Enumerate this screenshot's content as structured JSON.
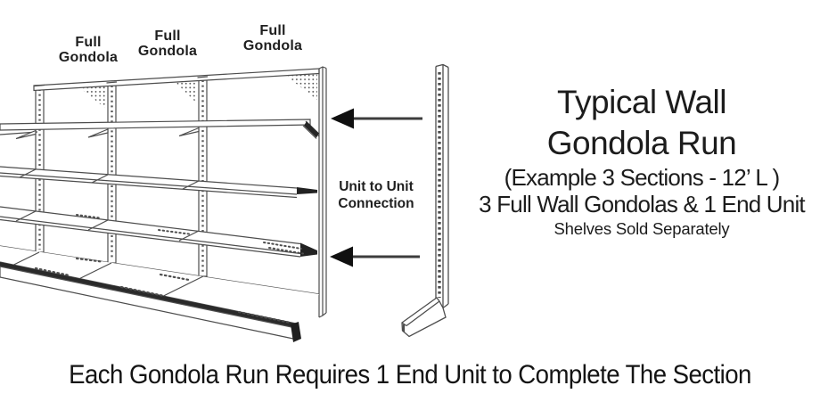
{
  "colors": {
    "ink": "#1a1a1a",
    "line": "#4d4d4d",
    "dark_fill": "#141414",
    "background": "#ffffff"
  },
  "section_labels": [
    {
      "top": "Full",
      "bottom": "Gondola"
    },
    {
      "top": "Full",
      "bottom": "Gondola"
    },
    {
      "top": "Full",
      "bottom": "Gondola"
    }
  ],
  "connection_note": {
    "line1": "Unit to Unit",
    "line2": "Connection"
  },
  "title_block": {
    "line1": "Typical Wall",
    "line2": "Gondola Run",
    "line3": "(Example 3 Sections - 12’ L )",
    "line4": "3 Full Wall Gondolas & 1 End Unit",
    "line5": "Shelves Sold Separately"
  },
  "footer_caption": "Each Gondola Run Requires 1 End Unit to Complete The Section",
  "icons": {
    "upper_arrow": "left-arrow",
    "lower_arrow": "left-arrow"
  }
}
